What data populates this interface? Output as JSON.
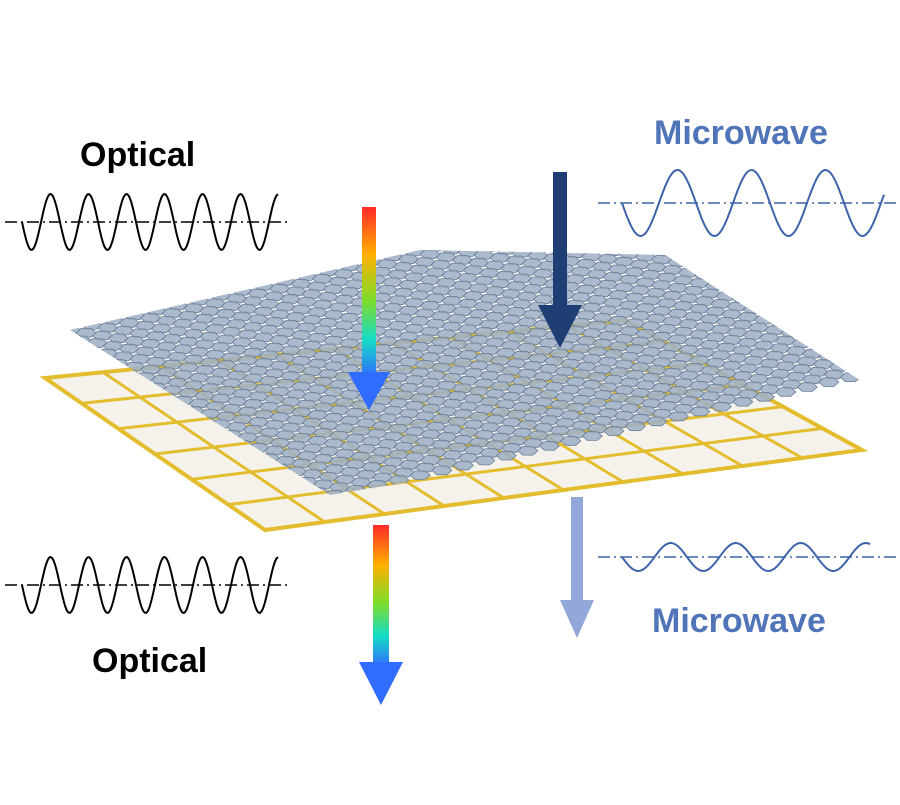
{
  "labels": {
    "optical_top": "Optical",
    "optical_bottom": "Optical",
    "microwave_top": "Microwave",
    "microwave_bottom": "Microwave"
  },
  "colors": {
    "optical_text": "#000000",
    "microwave_text": "#4f74b8",
    "microwave_wave": "#3d63aa",
    "incident_microwave_arrow": "#1f3f74",
    "transmitted_microwave_arrow": "#91a8d8",
    "hexagon_fill": "#9fb0c6",
    "hexagon_stroke": "#6b7e96",
    "substrate_fill": "#f5f2ec",
    "substrate_grid": "#e3bd2e"
  },
  "optical_arrow_gradient": [
    "#ff2a2a",
    "#ffb000",
    "#7ddc2a",
    "#16dcc6",
    "#2f6cff"
  ],
  "icons": [
    "optical-wave-icon",
    "microwave-wave-icon",
    "gradient-arrow-icon",
    "hexagonal-metasurface",
    "gold-grid-substrate"
  ]
}
